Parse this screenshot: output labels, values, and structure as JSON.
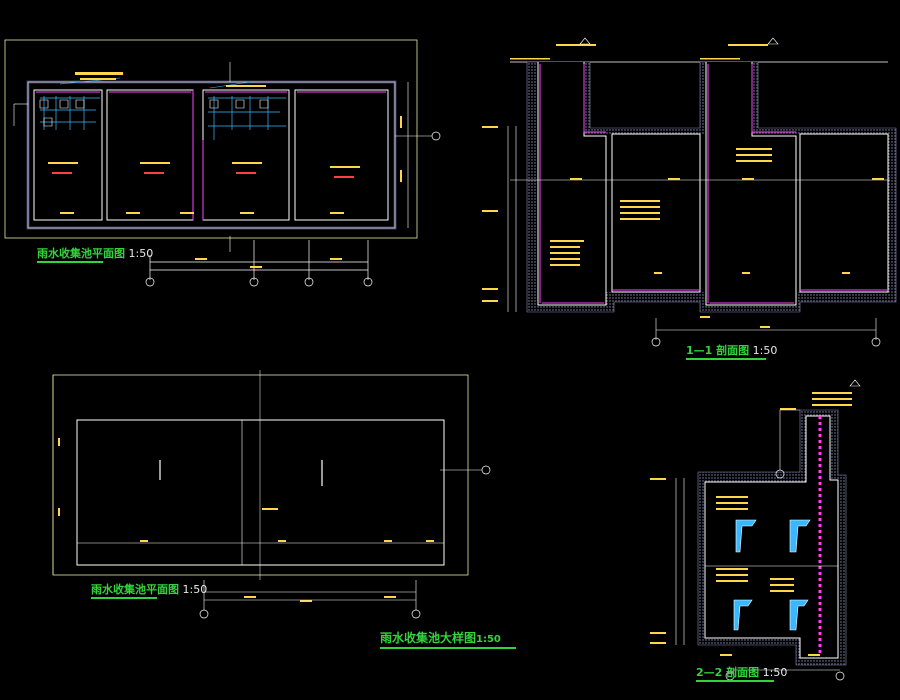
{
  "titles": {
    "plan_top": {
      "name": "雨水收集池平面图",
      "scale": "1:50"
    },
    "section_1": {
      "name": "1—1 剖面图",
      "scale": "1:50"
    },
    "plan_bottom": {
      "name": "雨水收集池平面图",
      "scale": "1:50"
    },
    "detail": {
      "name": "雨水收集池大样图",
      "scale": "1:50"
    },
    "section_2": {
      "name": "2—2 剖面图",
      "scale": "1:50"
    }
  },
  "colors": {
    "background": "#000000",
    "frame": "#e8e8a0",
    "wall": "#ffffff",
    "hatch": "#7a7aa8",
    "magenta": "#ff40ff",
    "cyan": "#3ab8ff",
    "text_yellow": "#ffd64a",
    "text_red": "#ff4040",
    "title_green": "#32d43c",
    "white_text": "#e8e8e8"
  },
  "icons": [
    "grid-bubble-icon",
    "section-mark-icon",
    "level-marker-icon",
    "ladder-icon"
  ]
}
